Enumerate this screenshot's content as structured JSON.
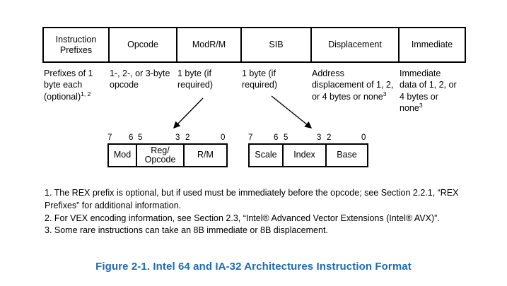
{
  "figure": {
    "caption": "Figure 2-1.  Intel 64 and IA-32 Architectures Instruction Format",
    "caption_color": "#1F6CB0"
  },
  "format_table": {
    "columns": [
      {
        "key": "prefixes",
        "header": "Instruction Prefixes",
        "description": "Prefixes of 1 byte each (optional)",
        "description_superscript": "1, 2"
      },
      {
        "key": "opcode",
        "header": "Opcode",
        "description": "1-, 2-, or 3-byte opcode",
        "description_superscript": ""
      },
      {
        "key": "modrm",
        "header": "ModR/M",
        "description": "1 byte (if required)",
        "description_superscript": ""
      },
      {
        "key": "sib",
        "header": "SIB",
        "description": "1 byte (if required)",
        "description_superscript": ""
      },
      {
        "key": "displacement",
        "header": "Displacement",
        "description": "Address displacement of 1, 2, or 4 bytes or none",
        "description_superscript": "3"
      },
      {
        "key": "immediate",
        "header": "Immediate",
        "description": "Immediate data of 1, 2, or 4 bytes or none",
        "description_superscript": "3"
      }
    ]
  },
  "modrm_byte": {
    "bit_labels": [
      "7",
      "6",
      "5",
      "3",
      "2",
      "0"
    ],
    "fields": [
      {
        "name": "Mod"
      },
      {
        "name": "Reg/ Opcode"
      },
      {
        "name": "R/M"
      }
    ]
  },
  "sib_byte": {
    "bit_labels": [
      "7",
      "6",
      "5",
      "3",
      "2",
      "0"
    ],
    "fields": [
      {
        "name": "Scale"
      },
      {
        "name": "Index"
      },
      {
        "name": "Base"
      }
    ]
  },
  "footnotes": [
    "1. The REX prefix is optional, but if used must be immediately before the opcode; see Section 2.2.1, “REX Prefixes” for additional information.",
    "2. For VEX encoding information, see Section 2.3, “Intel® Advanced Vector Extensions (Intel® AVX)”.",
    "3. Some rare instructions can take an 8B immediate or 8B displacement."
  ]
}
